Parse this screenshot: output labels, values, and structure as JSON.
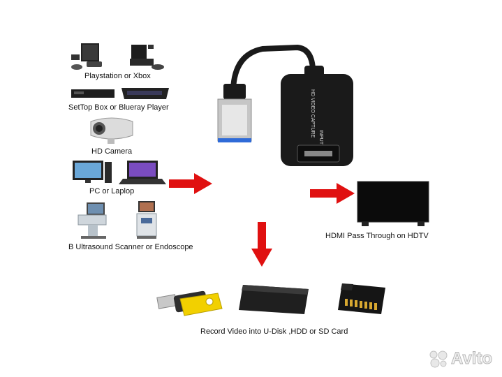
{
  "sources": [
    {
      "label": "Playstation or Xbox"
    },
    {
      "label": "SetTop Box or Blueray Player"
    },
    {
      "label": "HD Camera"
    },
    {
      "label": "PC or Laplop"
    },
    {
      "label": "B Ultrasound Scanner or Endoscope"
    }
  ],
  "device": {
    "brand_text": "HD VIDEO CAPTURE",
    "input_text": "INPUT"
  },
  "outputs": {
    "hdtv_label": "HDMI Pass Through on HDTV",
    "storage_label": "Record Video into U-Disk ,HDD or SD Card"
  },
  "watermark": {
    "text": "Avito"
  },
  "colors": {
    "arrow": "#e01010",
    "device": "#1a1a1a",
    "usb_blue": "#2f6bd8",
    "usb_drive_yellow": "#f2d000"
  }
}
